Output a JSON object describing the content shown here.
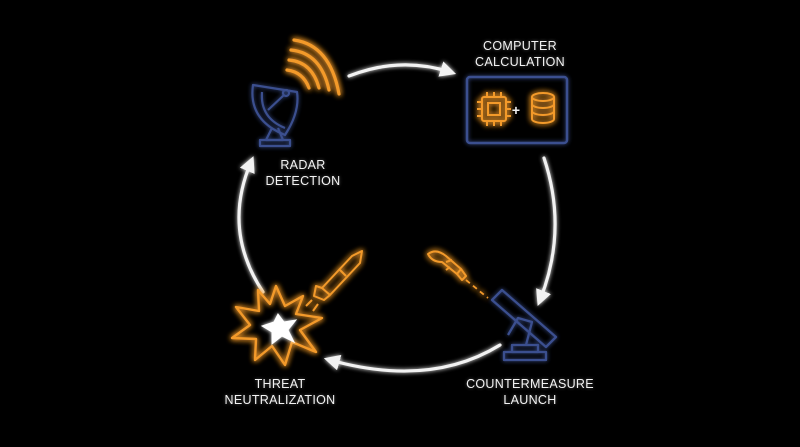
{
  "colors": {
    "background": "#000000",
    "orange": "#f39a2b",
    "navy": "#3b4f8f",
    "white": "#f2f2f2"
  },
  "stages": [
    {
      "id": "radar",
      "line1": "RADAR",
      "line2": "DETECTION",
      "icon": "radar-dish-icon"
    },
    {
      "id": "compute",
      "line1": "COMPUTER",
      "line2": "CALCULATION",
      "icon": "cpu-plus-database-icon",
      "operator": "+"
    },
    {
      "id": "counter",
      "line1": "COUNTERMEASURE",
      "line2": "LAUNCH",
      "icon": "missile-launcher-icon"
    },
    {
      "id": "threat",
      "line1": "THREAT",
      "line2": "NEUTRALIZATION",
      "icon": "explosion-missile-icon"
    }
  ]
}
